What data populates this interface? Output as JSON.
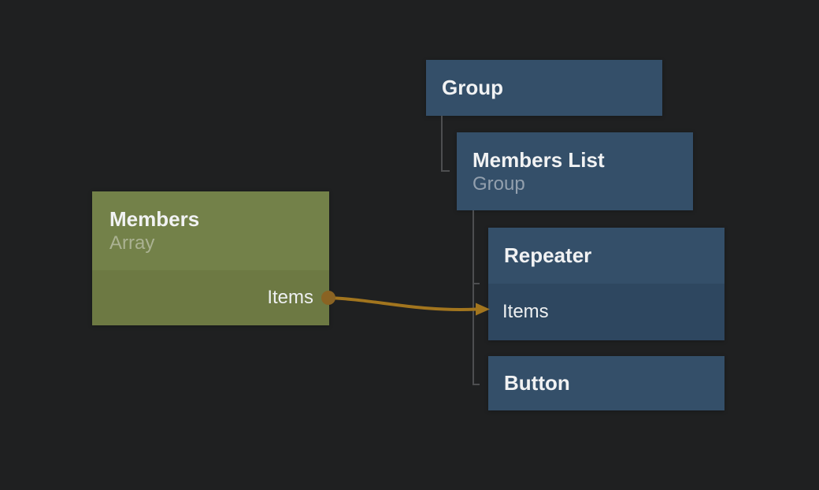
{
  "canvas": {
    "background_color": "#1f2021"
  },
  "colors": {
    "node_blue_header": "#344f69",
    "node_blue_port_row": "#2e4760",
    "node_green_header": "#738149",
    "node_green_port_row": "#6d7943",
    "title_text": "#f1f2f3",
    "subtitle_blue_text": "#93a0ae",
    "subtitle_green_text": "#abb292",
    "tree_line": "#4d4e50",
    "wire": "#a2751e",
    "port_dot": "#8a6323"
  },
  "nodes": {
    "group": {
      "title": "Group"
    },
    "members_list": {
      "title": "Members List",
      "subtitle": "Group"
    },
    "repeater": {
      "title": "Repeater",
      "ports": [
        {
          "label": "Items",
          "direction": "input"
        }
      ]
    },
    "button": {
      "title": "Button"
    },
    "members": {
      "title": "Members",
      "subtitle": "Array",
      "ports": [
        {
          "label": "Items",
          "direction": "output"
        }
      ]
    }
  },
  "connection": {
    "from_node": "Members",
    "from_port": "Items",
    "to_node": "Repeater",
    "to_port": "Items"
  }
}
